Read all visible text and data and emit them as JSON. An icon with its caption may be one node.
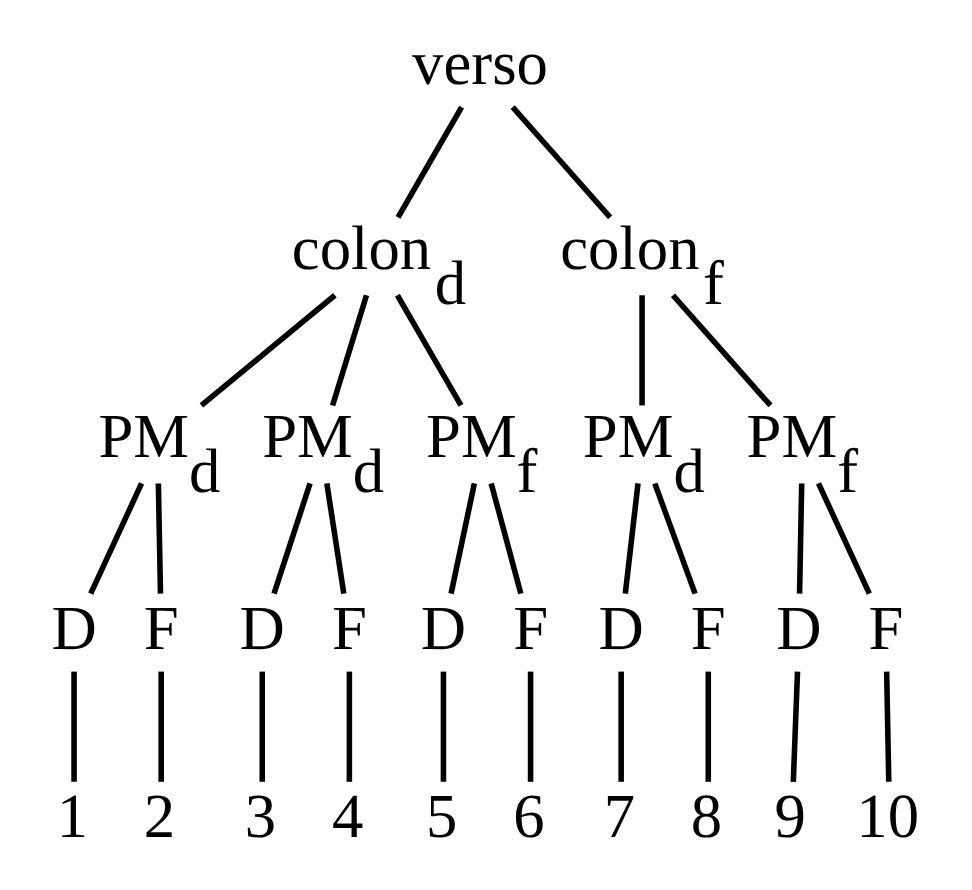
{
  "diagram": {
    "nodes": [
      {
        "text": [
          "verso"
        ]
      },
      {
        "text": [
          "colon$_{d}$"
        ]
      },
      {
        "text": [
          "colon$_{f}$"
        ]
      },
      {
        "text": [
          "PM$_{d}$"
        ]
      },
      {
        "text": [
          "PM$_{d}$"
        ]
      },
      {
        "text": [
          "PM$_{f}$"
        ]
      },
      {
        "text": [
          "PM$_{d}$"
        ]
      },
      {
        "text": [
          "PM$_{f}$"
        ]
      },
      {
        "text": [
          "D"
        ]
      },
      {
        "text": [
          "F"
        ]
      },
      {
        "text": [
          "D"
        ]
      },
      {
        "text": [
          "F"
        ]
      },
      {
        "text": [
          "D"
        ]
      },
      {
        "text": [
          "F"
        ]
      },
      {
        "text": [
          "D"
        ]
      },
      {
        "text": [
          "F"
        ]
      },
      {
        "text": [
          "D"
        ]
      },
      {
        "text": [
          "F"
        ]
      },
      {
        "text": [
          "1"
        ]
      },
      {
        "text": [
          "2"
        ]
      },
      {
        "text": [
          "3"
        ]
      },
      {
        "text": [
          "4"
        ]
      },
      {
        "text": [
          "5"
        ]
      },
      {
        "text": [
          "6"
        ]
      },
      {
        "text": [
          "7"
        ]
      },
      {
        "text": [
          "8"
        ]
      },
      {
        "text": [
          "9"
        ]
      },
      {
        "text": [
          "10"
        ]
      }
    ],
    "edges": [
      {
        "from": 0,
        "to": 1,
        "arrow": "none"
      },
      {
        "from": 0,
        "to": 2,
        "arrow": "none"
      },
      {
        "from": 1,
        "to": 3,
        "arrow": "none"
      },
      {
        "from": 1,
        "to": 4,
        "arrow": "none"
      },
      {
        "from": 1,
        "to": 5,
        "arrow": "none"
      },
      {
        "from": 2,
        "to": 6,
        "arrow": "none"
      },
      {
        "from": 2,
        "to": 7,
        "arrow": "none"
      },
      {
        "from": 3,
        "to": 8,
        "arrow": "none"
      },
      {
        "from": 3,
        "to": 9,
        "arrow": "none"
      },
      {
        "from": 4,
        "to": 10,
        "arrow": "none"
      },
      {
        "from": 4,
        "to": 11,
        "arrow": "none"
      },
      {
        "from": 5,
        "to": 12,
        "arrow": "none"
      },
      {
        "from": 5,
        "to": 13,
        "arrow": "none"
      },
      {
        "from": 6,
        "to": 14,
        "arrow": "none"
      },
      {
        "from": 6,
        "to": 15,
        "arrow": "none"
      },
      {
        "from": 7,
        "to": 16,
        "arrow": "none"
      },
      {
        "from": 7,
        "to": 17,
        "arrow": "none"
      },
      {
        "from": 8,
        "to": 18,
        "arrow": "none"
      },
      {
        "from": 9,
        "to": 19,
        "arrow": "none"
      },
      {
        "from": 10,
        "to": 20,
        "arrow": "none"
      },
      {
        "from": 11,
        "to": 21,
        "arrow": "none"
      },
      {
        "from": 12,
        "to": 22,
        "arrow": "none"
      },
      {
        "from": 13,
        "to": 23,
        "arrow": "none"
      },
      {
        "from": 14,
        "to": 24,
        "arrow": "none"
      },
      {
        "from": 15,
        "to": 25,
        "arrow": "none"
      },
      {
        "from": 16,
        "to": 26,
        "arrow": "none"
      },
      {
        "from": 17,
        "to": 27,
        "arrow": "none"
      }
    ]
  }
}
